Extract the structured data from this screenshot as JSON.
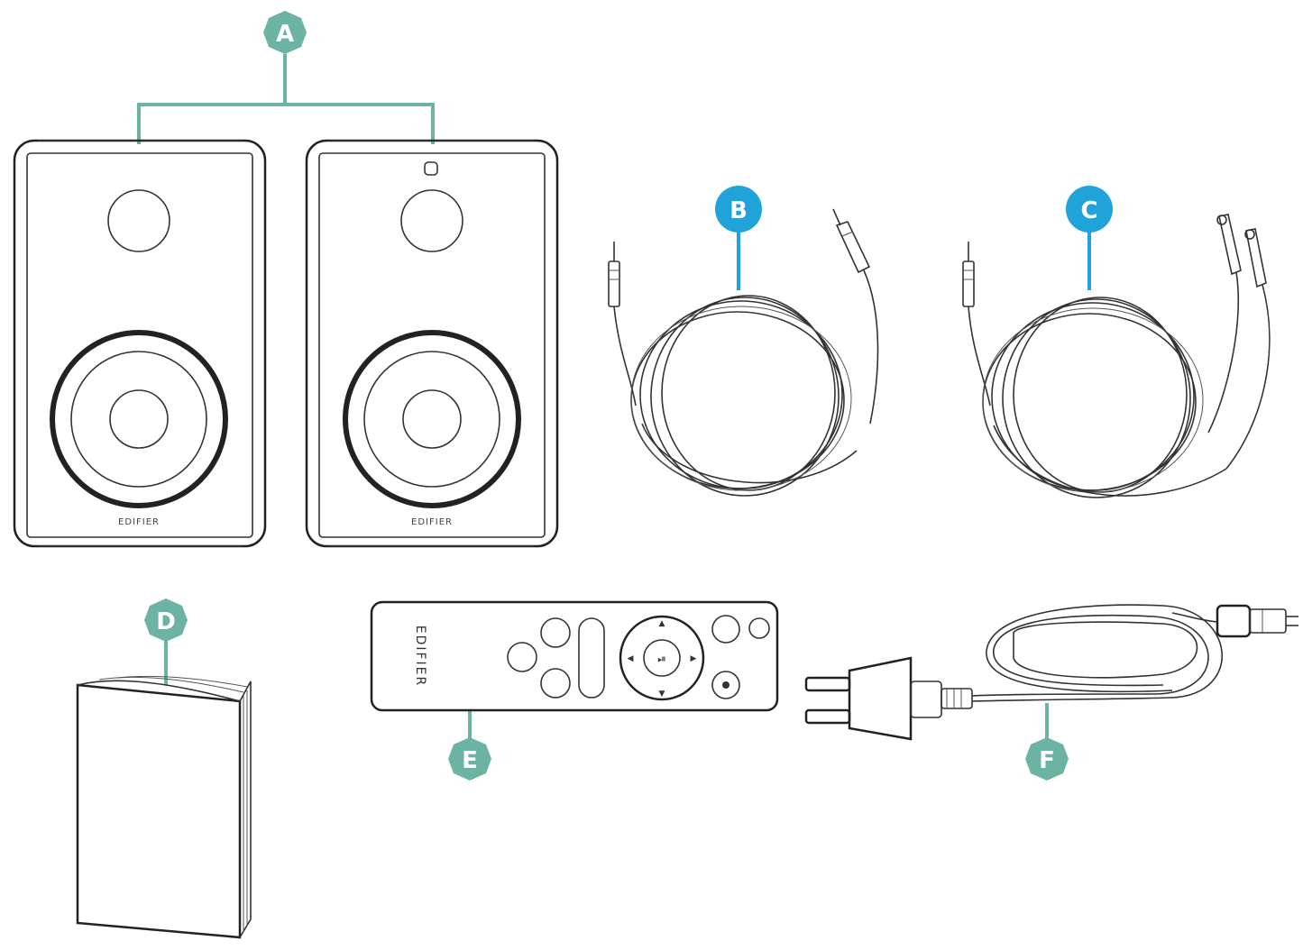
{
  "colors": {
    "teal": "#6cb3a4",
    "blue": "#1fa3d8",
    "outline": "#222222"
  },
  "labels": {
    "a": "A",
    "b": "B",
    "c": "C",
    "d": "D",
    "e": "E",
    "f": "F"
  },
  "branding": {
    "speaker_left": "EDIFIER",
    "speaker_right": "EDIFIER",
    "remote": "EDIFIER"
  }
}
